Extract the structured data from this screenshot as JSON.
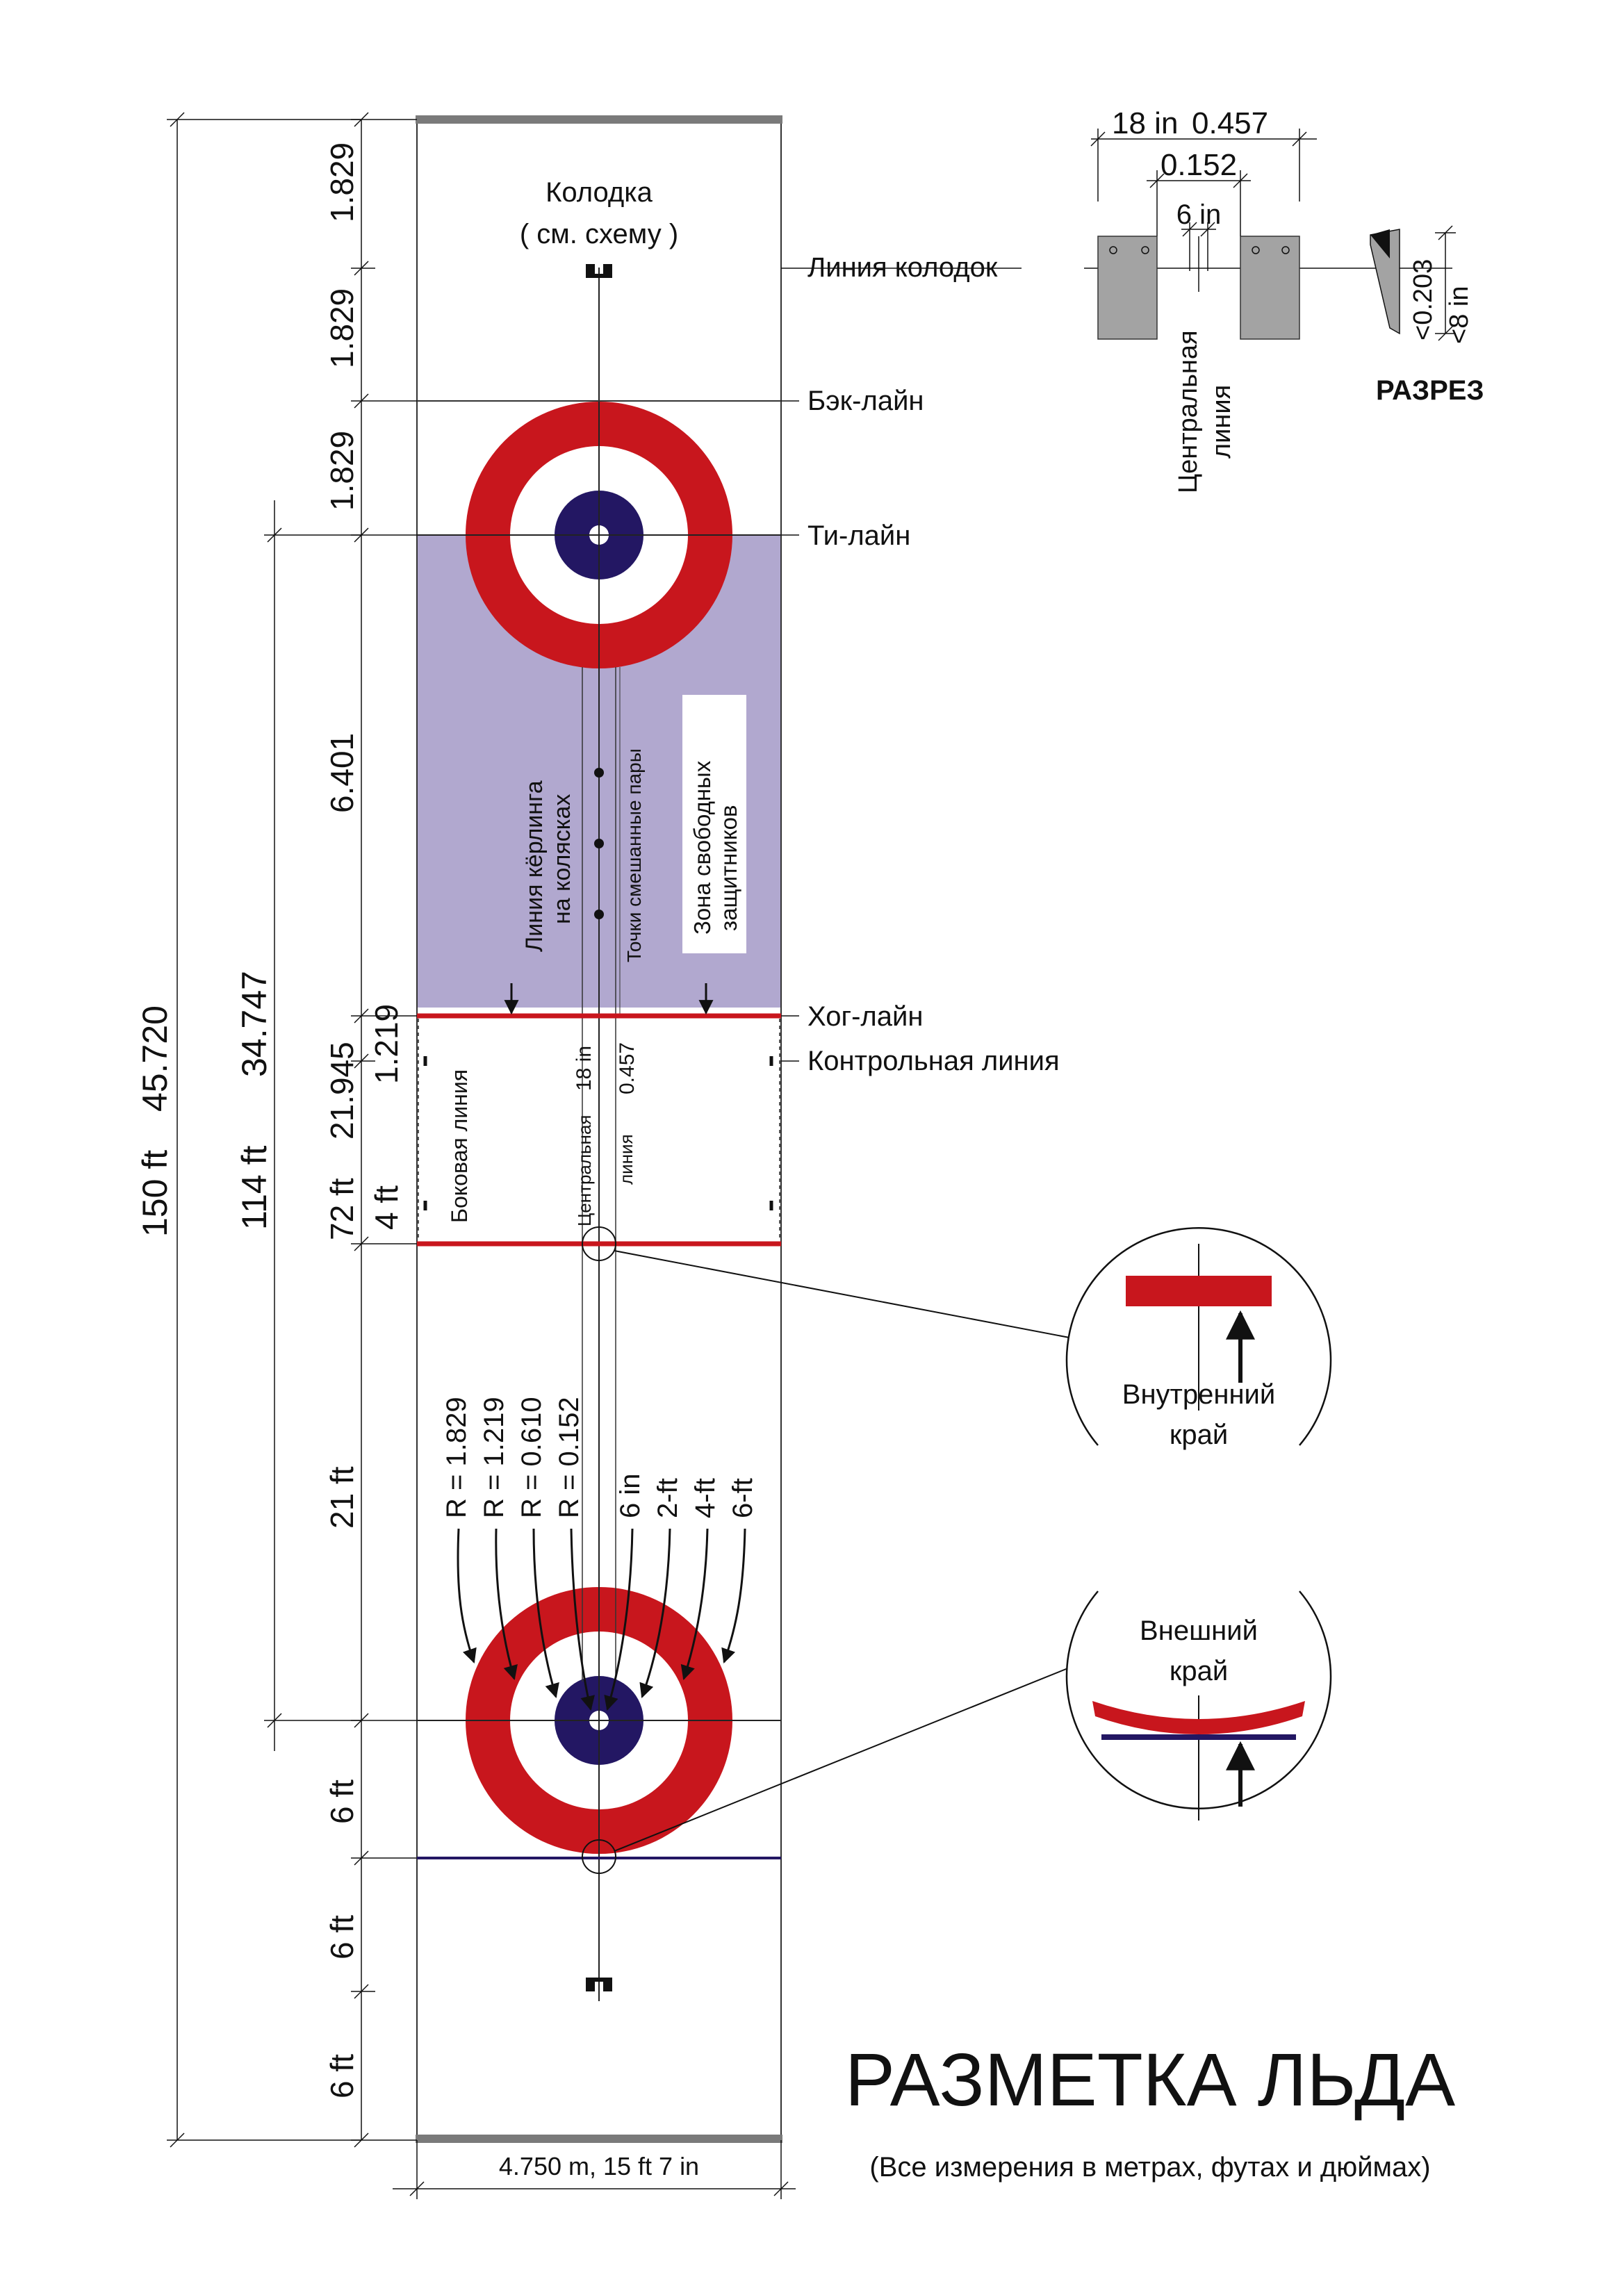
{
  "title": "РАЗМЕТКА ЛЬДА",
  "subtitle": "(Все измерения в метрах, футах и дюймах)",
  "colors": {
    "ring_red": "#c8161d",
    "button_navy": "#231763",
    "free_guard_zone": "#b1a8cf",
    "hack_block": "#a3a3a3",
    "end_bar": "#7a7a7a",
    "tee_blue_line": "#231763"
  },
  "line_labels": {
    "hack_line": "Линия колодок",
    "back_line": "Бэк-лайн",
    "tee_line": "Ти-лайн",
    "hog_line": "Хог-лайн",
    "control_line": "Контрольная линия"
  },
  "sheet_labels": {
    "hack": "Колодка",
    "hack_ref": "( см. схему )",
    "wheelchair_line_1": "Линия кёрлинга",
    "wheelchair_line_2": "на колясках",
    "mixed_doubles": "Точки смешанные пары",
    "free_guard_1": "Зона свободных",
    "free_guard_2": "защитников",
    "side_line": "Боковая линия",
    "center_line_1": "Центральная",
    "center_line_2": "линия",
    "center_width_in": "18 in",
    "center_width_m": "0.457",
    "sheet_width": "4.750 m, 15 ft 7 in"
  },
  "vertical_dims": {
    "far_end_m": [
      "1.829",
      "1.829",
      "1.829",
      "6.401",
      "1.219"
    ],
    "near_end_ft": [
      "21 ft",
      "6 ft",
      "6 ft",
      "6 ft"
    ],
    "control_ft": "4 ft",
    "total_ft": "150 ft",
    "total_m": "45.720",
    "tee_to_tee_ft": "114 ft",
    "tee_to_tee_m": "34.747",
    "hog_to_hog_ft": "72 ft",
    "hog_to_hog_m": "21.945"
  },
  "radii": {
    "metric": [
      "R = 1.829",
      "R = 1.219",
      "R = 0.610",
      "R = 0.152"
    ],
    "imperial": [
      "6 in",
      "2-ft",
      "4-ft",
      "6-ft"
    ]
  },
  "hack_detail": {
    "dim_top_in": "18 in",
    "dim_top_m": "0.457",
    "dim_mid": "0.152",
    "dim_inner": "6 in",
    "center_line_1": "Центральная",
    "center_line_2": "линия",
    "depth_m": "<0.203",
    "depth_in": "<8 in",
    "section": "РАЗРЕЗ"
  },
  "callouts": {
    "inner_edge_1": "Внутренний",
    "inner_edge_2": "край",
    "outer_edge_1": "Внешний",
    "outer_edge_2": "край"
  }
}
